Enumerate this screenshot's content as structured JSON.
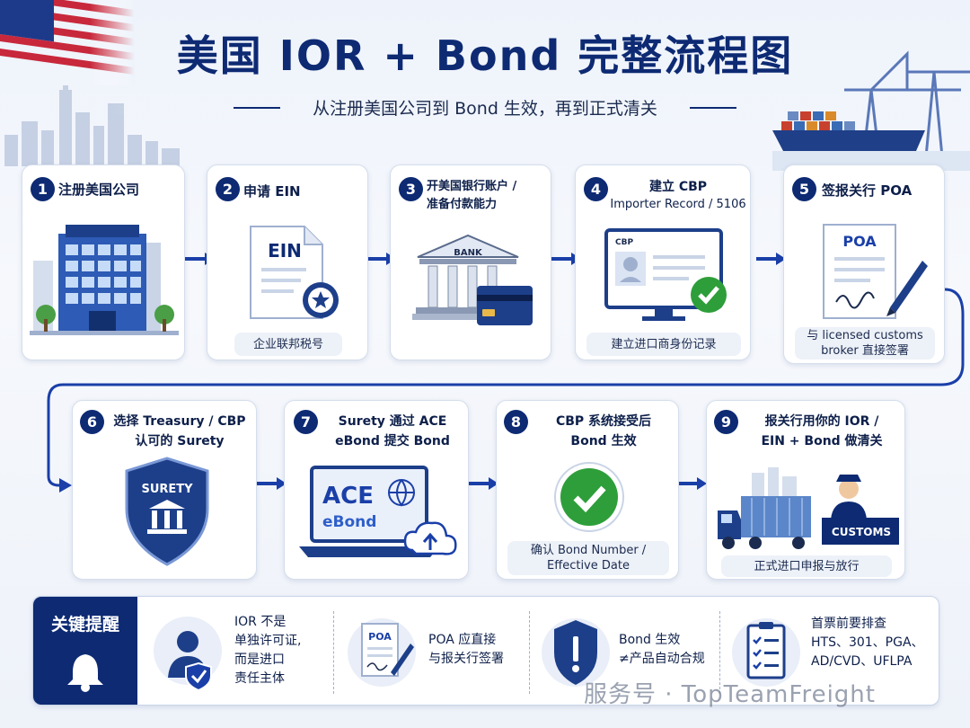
{
  "header": {
    "title": "美国 IOR + Bond 完整流程图",
    "subtitle": "从注册美国公司到 Bond 生效，再到正式清关"
  },
  "steps": [
    {
      "num": "1",
      "title_l1": "注册美国公司",
      "title_l2": "",
      "caption_l1": "",
      "caption_l2": "",
      "icon": "office-building-icon"
    },
    {
      "num": "2",
      "title_l1": "申请 EIN",
      "title_l2": "",
      "caption_l1": "企业联邦税号",
      "caption_l2": "",
      "icon": "ein-document-icon",
      "icon_text": "EIN"
    },
    {
      "num": "3",
      "title_l1": "开美国银行账户 /",
      "title_l2": "准备付款能力",
      "caption_l1": "",
      "caption_l2": "",
      "icon": "bank-card-icon",
      "icon_text": "BANK"
    },
    {
      "num": "4",
      "title_l1": "建立 CBP",
      "title_l2": "Importer Record / 5106",
      "caption_l1": "建立进口商身份记录",
      "caption_l2": "",
      "icon": "cbp-monitor-icon",
      "icon_text": "CBP"
    },
    {
      "num": "5",
      "title_l1": "签报关行 POA",
      "title_l2": "",
      "caption_l1": "与 licensed customs",
      "caption_l2": "broker 直接签署",
      "icon": "poa-pen-icon",
      "icon_text": "POA"
    },
    {
      "num": "6",
      "title_l1": "选择 Treasury / CBP",
      "title_l2": "认可的 Surety",
      "caption_l1": "",
      "caption_l2": "",
      "icon": "surety-shield-icon",
      "icon_text": "SURETY"
    },
    {
      "num": "7",
      "title_l1": "Surety 通过 ACE",
      "title_l2": "eBond 提交 Bond",
      "caption_l1": "",
      "caption_l2": "",
      "icon": "ace-laptop-icon",
      "icon_text": "ACE",
      "icon_text2": "eBond"
    },
    {
      "num": "8",
      "title_l1": "CBP 系统接受后",
      "title_l2": "Bond 生效",
      "caption_l1": "确认 Bond Number /",
      "caption_l2": "Effective Date",
      "icon": "check-circle-icon"
    },
    {
      "num": "9",
      "title_l1": "报关行用你的 IOR /",
      "title_l2": "EIN + Bond 做清关",
      "caption_l1": "正式进口申报与放行",
      "caption_l2": "",
      "icon": "customs-truck-icon",
      "icon_text": "CUSTOMS"
    }
  ],
  "tips": {
    "title": "关键提醒",
    "items": [
      {
        "lines": [
          "IOR 不是",
          "单独许可证,",
          "而是进口",
          "责任主体"
        ],
        "icon": "officer-shield-icon"
      },
      {
        "lines": [
          "POA 应直接",
          "与报关行签署"
        ],
        "icon": "poa-document-icon",
        "icon_text": "POA"
      },
      {
        "lines": [
          "Bond 生效",
          "≠产品自动合规"
        ],
        "icon": "warning-shield-icon"
      },
      {
        "lines": [
          "首票前要排查",
          "HTS、301、PGA、",
          "AD/CVD、UFLPA"
        ],
        "icon": "checklist-icon"
      }
    ]
  },
  "watermark": "服务号 · TopTeamFreight",
  "colors": {
    "primary": "#0d2a73",
    "accent": "#1a3fa8",
    "check": "#2e9e3a"
  }
}
